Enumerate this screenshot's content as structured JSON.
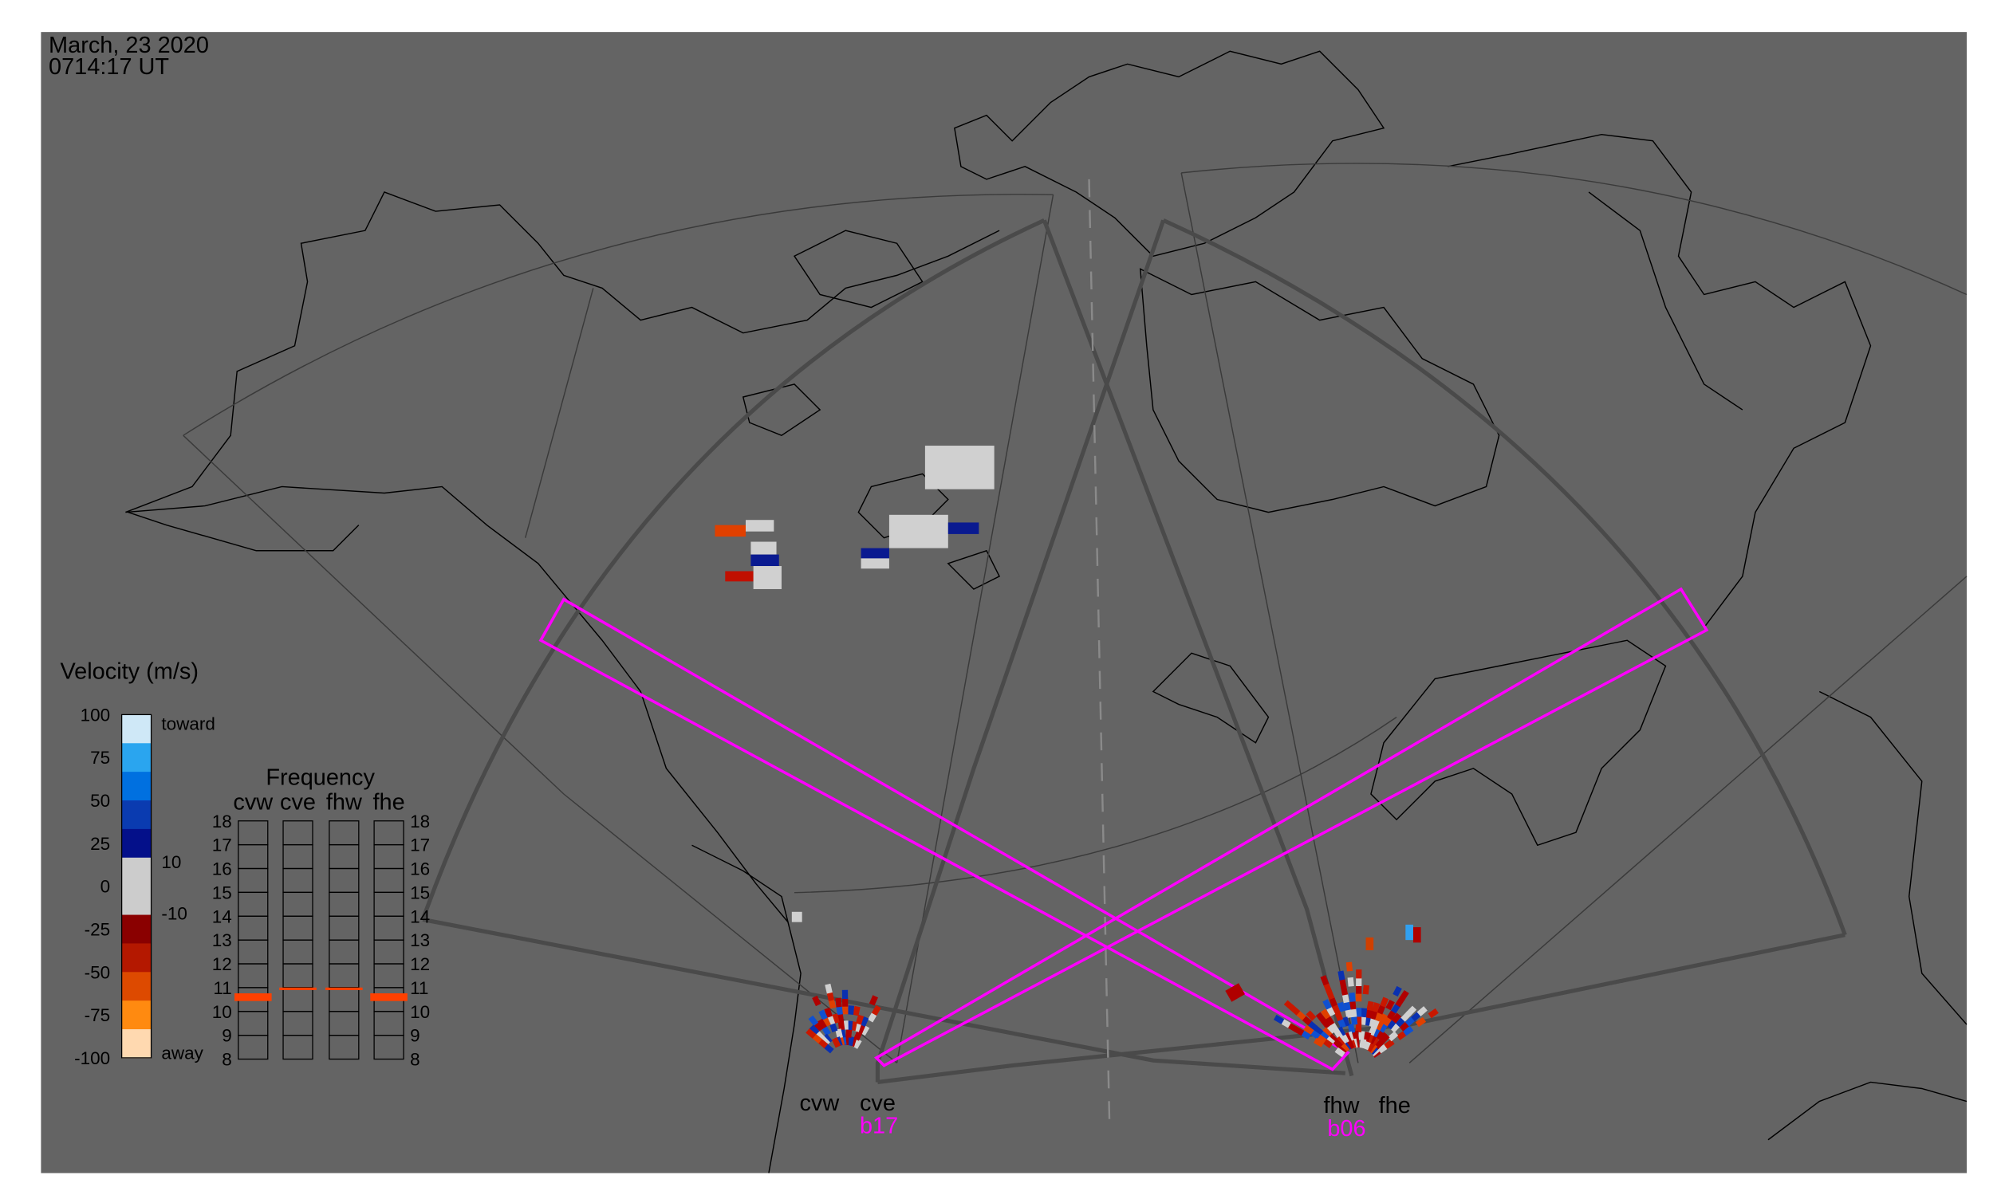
{
  "header": {
    "date": "March, 23 2020",
    "time": "0714:17 UT"
  },
  "colorbar": {
    "title": "Velocity (m/s)",
    "ticks": [
      "100",
      "75",
      "50",
      "25",
      "0",
      "-25",
      "-50",
      "-75",
      "-100"
    ],
    "toward": "toward",
    "away": "away",
    "thr_pos": "10",
    "thr_neg": "-10",
    "colors": [
      "#cfe8f7",
      "#2aa5ef",
      "#0070e0",
      "#0a3bb0",
      "#04108a",
      "#cccccc",
      "#cccccc",
      "#8a0000",
      "#b41800",
      "#dd4a00",
      "#ff8a10",
      "#ffd9b0"
    ]
  },
  "frequency": {
    "title": "Frequency",
    "radars": [
      "cvw",
      "cve",
      "fhw",
      "fhe"
    ],
    "ticks": [
      "18",
      "17",
      "16",
      "15",
      "14",
      "13",
      "12",
      "11",
      "10",
      "9",
      "8"
    ],
    "values_mhz": {
      "cvw": 10.6,
      "cve": 10.95,
      "fhw": 10.95,
      "fhe": 10.6
    },
    "marker_color": "#ff4000"
  },
  "radars": {
    "cvw": "cvw",
    "cve": "cve",
    "fhw": "fhw",
    "fhe": "fhe",
    "beam_cve": "b17",
    "beam_fhw": "b06"
  },
  "colors": {
    "background": "#646464",
    "beam": "#ff00ff"
  }
}
